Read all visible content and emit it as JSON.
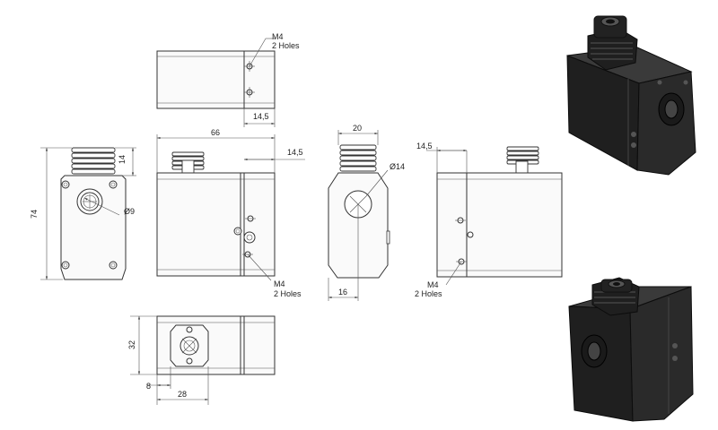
{
  "labels": {
    "top_m4": "M4",
    "top_m4_holes": "2 Holes",
    "top_width": "14,5",
    "front_length": "66",
    "front_offset": "14,5",
    "left_height": "74",
    "left_fin": "14",
    "left_dia": "Ø9",
    "side_width": "20",
    "side_dia": "Ø14",
    "side_bottom": "16",
    "front_m4": "M4",
    "front_m4_holes": "2 Holes",
    "back_offset": "14,5",
    "back_m4": "M4",
    "back_m4_holes": "2 Holes",
    "bottom_height": "32",
    "bottom_8": "8",
    "bottom_28": "28"
  }
}
